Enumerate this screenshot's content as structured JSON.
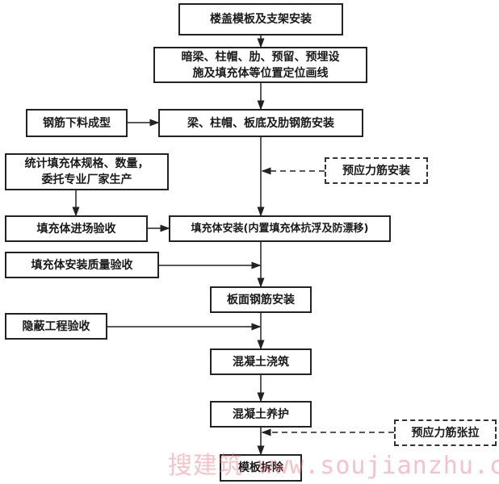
{
  "boxes": {
    "formwork_install": "楼盖模板及支架安装",
    "layout_marking": "暗梁、柱帽、肋、预留、预埋设施及填充体等位置定位画线",
    "rebar_fabrication": "钢筋下料成型",
    "bottom_rebar_install": "梁、柱帽、板底及肋钢筋安装",
    "filler_statistics": "统计填充体规格、数量，委托专业厂家生产",
    "prestress_tendon_install": "预应力筋安装",
    "filler_site_acceptance": "填充体进场验收",
    "filler_install": "填充体安装(内置填充体抗浮及防漂移)",
    "filler_quality_acceptance": "填充体安装质量验收",
    "top_rebar_install": "板面钢筋安装",
    "concealed_works_acceptance": "隐蔽工程验收",
    "concrete_pouring": "混凝土浇筑",
    "concrete_curing": "混凝土养护",
    "prestress_tensioning": "预应力筋张拉",
    "formwork_removal": "模板拆除"
  },
  "watermark": "搜建筑 www.soujianzhu.cn"
}
